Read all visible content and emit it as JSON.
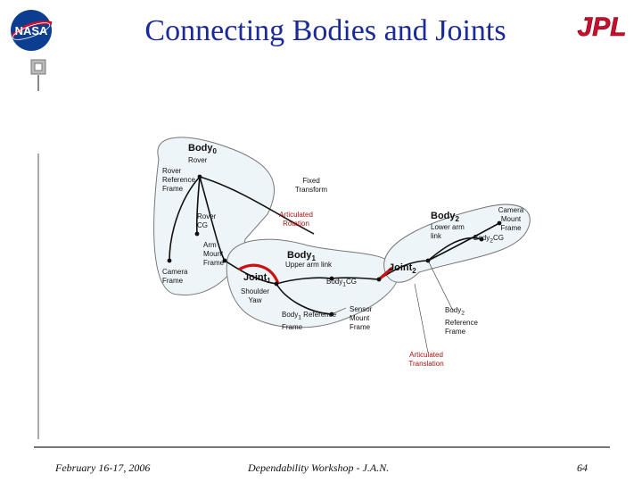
{
  "title": "Connecting Bodies and Joints",
  "logos": {
    "left": "NASA",
    "right": "JPL"
  },
  "footer": {
    "date": "February 16-17, 2006",
    "event": "Dependability Workshop - J.A.N.",
    "page": "64"
  },
  "diagram": {
    "body0": {
      "name": "Body",
      "sub": "0",
      "desc": "Rover"
    },
    "rover_reference_frame": "Rover Reference Frame",
    "fixed_transform": "Fixed Transform",
    "rover_cg": "Rover CG",
    "arm_mount_frame": "Arm Mount Frame",
    "camera_frame": "Camera Frame",
    "articulated_rotation": "Articulated Rotation",
    "body1": {
      "name": "Body",
      "sub": "1",
      "desc": "Upper arm link"
    },
    "joint1": {
      "name": "Joint",
      "sub": "1",
      "desc": "Shoulder Yaw"
    },
    "body1_cg": {
      "name": "Body",
      "sub": "1",
      "suffix": "CG"
    },
    "body1_ref": {
      "name": "Body",
      "sub": "1",
      "suffix": "Reference Frame"
    },
    "sensor_mount_frame": "Sensor Mount Frame",
    "joint2": {
      "name": "Joint",
      "sub": "2"
    },
    "body2": {
      "name": "Body",
      "sub": "2",
      "desc": "Lower arm link"
    },
    "camera_mount_frame": "Camera Mount Frame",
    "body2_cg": {
      "name": "Body",
      "sub": "2",
      "suffix": "CG"
    },
    "body2_ref": {
      "name": "Body",
      "sub": "2",
      "suffix": "Reference Frame"
    },
    "articulated_translation": "Articulated Translation"
  },
  "colors": {
    "title": "#1a2a9a",
    "blob_fill": "#eef5f8",
    "joint_red": "#cc1111",
    "nasa_blue": "#0b3d91",
    "jpl_red": "#c8102e"
  }
}
